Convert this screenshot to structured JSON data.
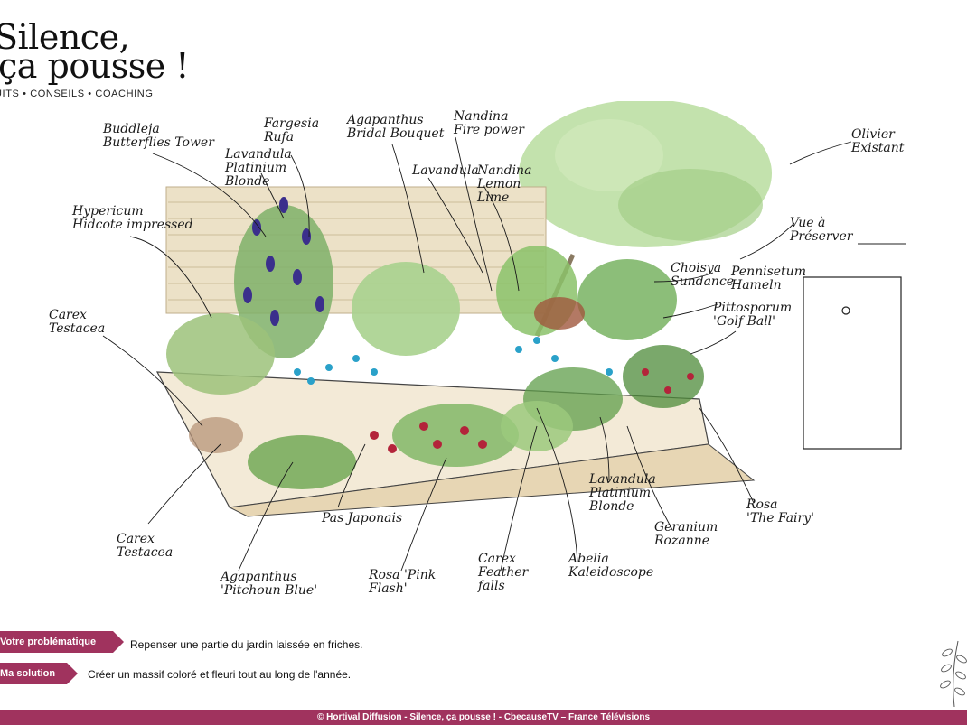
{
  "brand": {
    "title_line_1": "Silence,",
    "title_line_2": "ça pousse !",
    "tagline": "UITS • CONSEILS • COACHING"
  },
  "sketch": {
    "labels": [
      {
        "id": "buddleja",
        "text": "Buddleja\nButterflies Tower"
      },
      {
        "id": "lavandula-top",
        "text": "Lavandula\nPlatinium\nBlonde"
      },
      {
        "id": "fargesia",
        "text": "Fargesia\nRufa"
      },
      {
        "id": "agapanthus-top",
        "text": "Agapanthus\nBridal Bouquet"
      },
      {
        "id": "nandina-fire",
        "text": "Nandina\nFire power"
      },
      {
        "id": "lavandula-mid",
        "text": "Lavandula"
      },
      {
        "id": "nandina-lemon",
        "text": "Nandina\nLemon\nLime"
      },
      {
        "id": "olivier",
        "text": "Olivier\nExistant"
      },
      {
        "id": "hypericum",
        "text": "Hypericum\nHidcote impressed"
      },
      {
        "id": "vue",
        "text": "Vue à\nPréserver"
      },
      {
        "id": "choisya",
        "text": "Choisya\nSundance"
      },
      {
        "id": "pennisetum",
        "text": "Pennisetum\nHameln"
      },
      {
        "id": "pittosporum",
        "text": "Pittosporum\n'Golf Ball'"
      },
      {
        "id": "carex-left",
        "text": "Carex\nTestacea"
      },
      {
        "id": "carex-bottom",
        "text": "Carex\nTestacea"
      },
      {
        "id": "pas-japonais",
        "text": "Pas Japonais"
      },
      {
        "id": "agapanthus-bottom",
        "text": "Agapanthus\n'Pitchoun Blue'"
      },
      {
        "id": "rosa-pink",
        "text": "Rosa 'Pink\nFlash'"
      },
      {
        "id": "carex-feather",
        "text": "Carex\nFeather\nfalls"
      },
      {
        "id": "abelia",
        "text": "Abelia\nKaleidoscope"
      },
      {
        "id": "lavandula-bottom",
        "text": "Lavandula\nPlatinium\nBlonde"
      },
      {
        "id": "geranium",
        "text": "Geranium\nRozanne"
      },
      {
        "id": "rosa-fairy",
        "text": "Rosa\n'The Fairy'"
      }
    ]
  },
  "info": {
    "problem_tag": "Votre problématique",
    "problem_text": "Repenser une partie du jardin laissée en friches.",
    "solution_tag": "Ma solution",
    "solution_text": "Créer un massif coloré et fleuri tout au long de l'année."
  },
  "footer": {
    "text": "© Hortival Diffusion - Silence, ça pousse ! - CbecauseTV – France Télévisions"
  },
  "colors": {
    "brand_plum": "#a0335e",
    "foliage_light": "#a9d18e",
    "foliage_dark": "#4e8b3a",
    "olive_tree": "#b9dd9f",
    "fence": "#e8dcbf"
  }
}
